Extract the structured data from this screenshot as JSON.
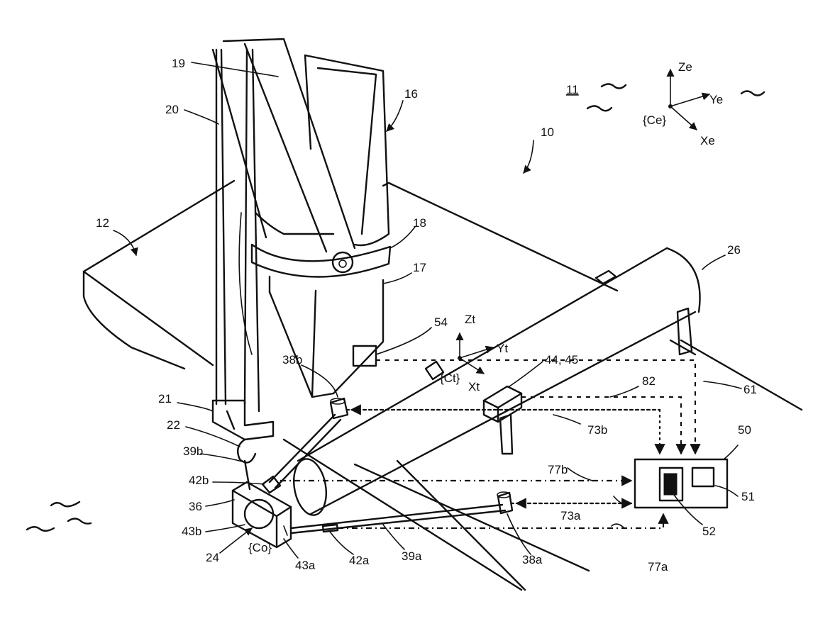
{
  "labels": {
    "l10": "10",
    "l11": "11",
    "l12": "12",
    "l16": "16",
    "l17": "17",
    "l18": "18",
    "l19": "19",
    "l20": "20",
    "l21": "21",
    "l22": "22",
    "l24": "24",
    "l26": "26",
    "l36": "36",
    "l38a": "38a",
    "l38b": "38b",
    "l39a": "39a",
    "l39b": "39b",
    "l42a": "42a",
    "l42b": "42b",
    "l43a": "43a",
    "l43b": "43b",
    "l4445": "44, 45",
    "l50": "50",
    "l51": "51",
    "l52": "52",
    "l54": "54",
    "l61": "61",
    "l73a": "73a",
    "l73b": "73b",
    "l77a": "77a",
    "l77b": "77b",
    "l82": "82"
  },
  "axes": {
    "ze": "Ze",
    "ye": "Ye",
    "xe": "Xe",
    "ce": "{Ce}",
    "zt": "Zt",
    "yt": "Yt",
    "xt": "Xt",
    "ct": "{Ct}",
    "co": "{Co}"
  }
}
